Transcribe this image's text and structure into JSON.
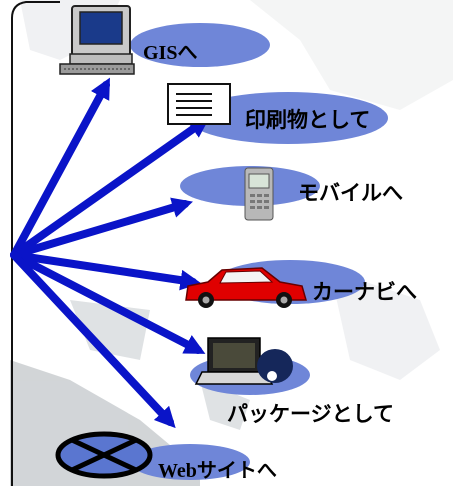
{
  "labels": {
    "gis": "GISへ",
    "print": "印刷物として",
    "mobile": "モバイルへ",
    "carnavi": "カーナビへ",
    "package": "パッケージとして",
    "web": "Webサイトへ"
  },
  "icons": {
    "computer": "desktop-computer-icon",
    "document": "printed-document-icon",
    "mobile": "mobile-phone-icon",
    "car": "car-icon",
    "laptop": "laptop-with-disc-icon",
    "web": "globe-icon"
  },
  "colors": {
    "arrow": "#0a14c8",
    "ellipse": "#6f86d8",
    "car_body": "#e00000",
    "map_land": "#c8ccd0",
    "frame": "#111111"
  }
}
